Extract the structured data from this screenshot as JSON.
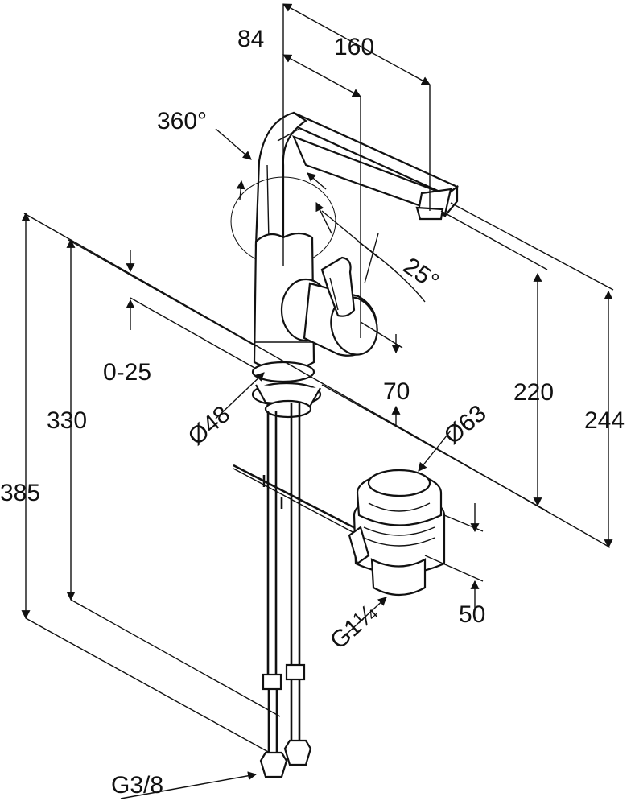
{
  "dimensions": {
    "spout_offset": "84",
    "spout_reach": "160",
    "rotation_angle": "360°",
    "lever_angle": "25°",
    "deck_thickness": "0-25",
    "base_diameter": "Ø48",
    "waste_diameter": "Ø63",
    "lever_clearance": "70",
    "outlet_height": "220",
    "total_tap_height": "244",
    "hose_length": "330",
    "total_height": "385",
    "waste_height": "50",
    "waste_thread": "G1¼",
    "hose_thread": "G3/8"
  },
  "colors": {
    "line": "#111111",
    "background": "#ffffff"
  }
}
